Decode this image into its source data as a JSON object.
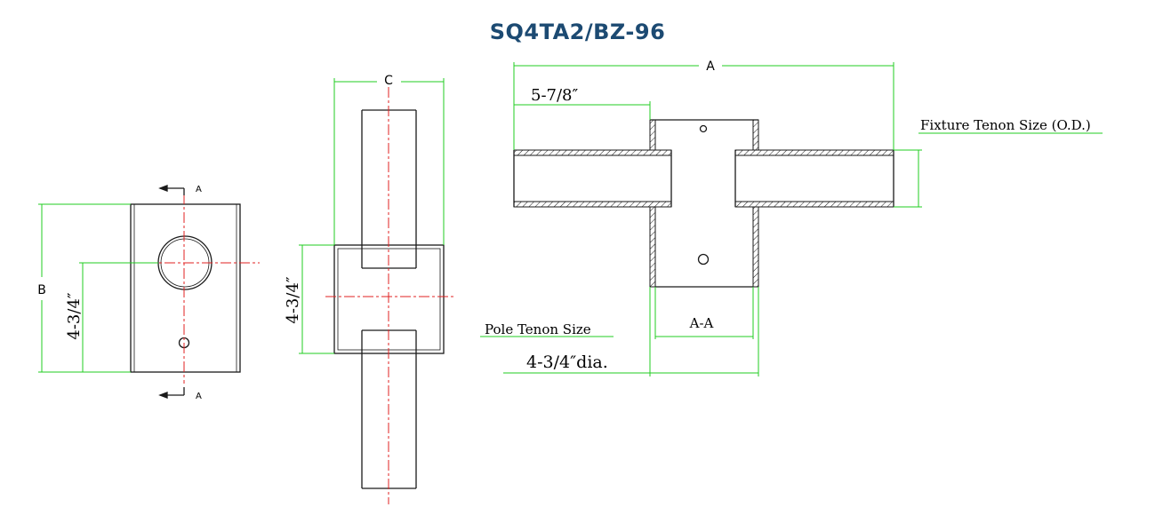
{
  "title": "SQ4TA2/BZ-96",
  "colors": {
    "title": "#1c4a72",
    "outline": "#1a1a1a",
    "dimension": "#22cc22",
    "centerline": "#e02020"
  },
  "front_view": {
    "dim_b": "B",
    "dim_height": "4-3/4″",
    "section_marker_top": "A",
    "section_marker_bottom": "A"
  },
  "side_view": {
    "dim_c": "C",
    "dim_height": "4-3/4″"
  },
  "section_view": {
    "dim_a": "A",
    "dim_offset": "5-7/8″",
    "fixture_tenon_label": "Fixture Tenon Size (O.D.)",
    "section_label": "A-A",
    "pole_tenon_label": "Pole Tenon Size",
    "pole_tenon_value": "4-3/4″dia."
  }
}
